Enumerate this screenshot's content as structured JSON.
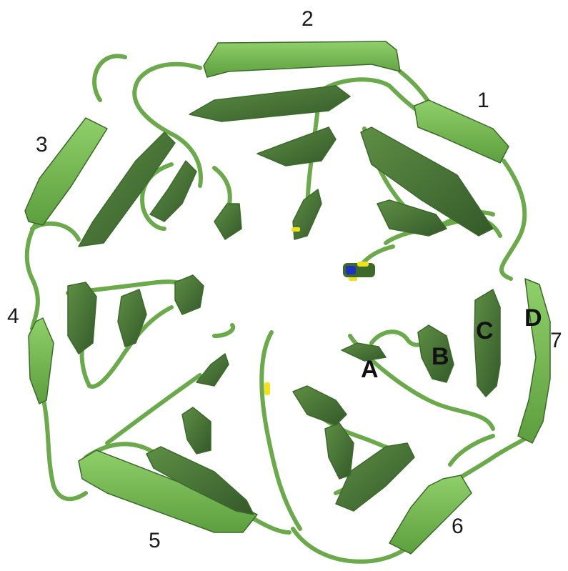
{
  "figure": {
    "blade_labels": [
      "1",
      "2",
      "3",
      "4",
      "5",
      "6",
      "7"
    ],
    "strand_labels": [
      "A",
      "B",
      "C",
      "D"
    ],
    "colors": {
      "ribbon_light": "#7fbf5a",
      "ribbon_mid": "#5a9a3c",
      "ribbon_dark": "#3c6a2a",
      "coil": "#6aaa4a",
      "ligand_yellow": "#f2e21c",
      "ligand_blue": "#2030c0",
      "label": "#1a1a1a"
    }
  }
}
